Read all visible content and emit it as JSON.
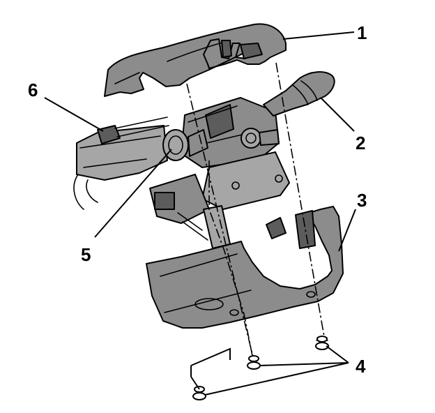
{
  "diagram": {
    "callouts": [
      {
        "id": "1",
        "label": "1"
      },
      {
        "id": "2",
        "label": "2"
      },
      {
        "id": "3",
        "label": "3"
      },
      {
        "id": "4",
        "label": "4"
      },
      {
        "id": "5",
        "label": "5"
      },
      {
        "id": "6",
        "label": "6"
      }
    ],
    "colors": {
      "background": "#ffffff",
      "line": "#000000",
      "part_fill": "#8c8c8c",
      "part_dark": "#5c5c5c"
    }
  }
}
